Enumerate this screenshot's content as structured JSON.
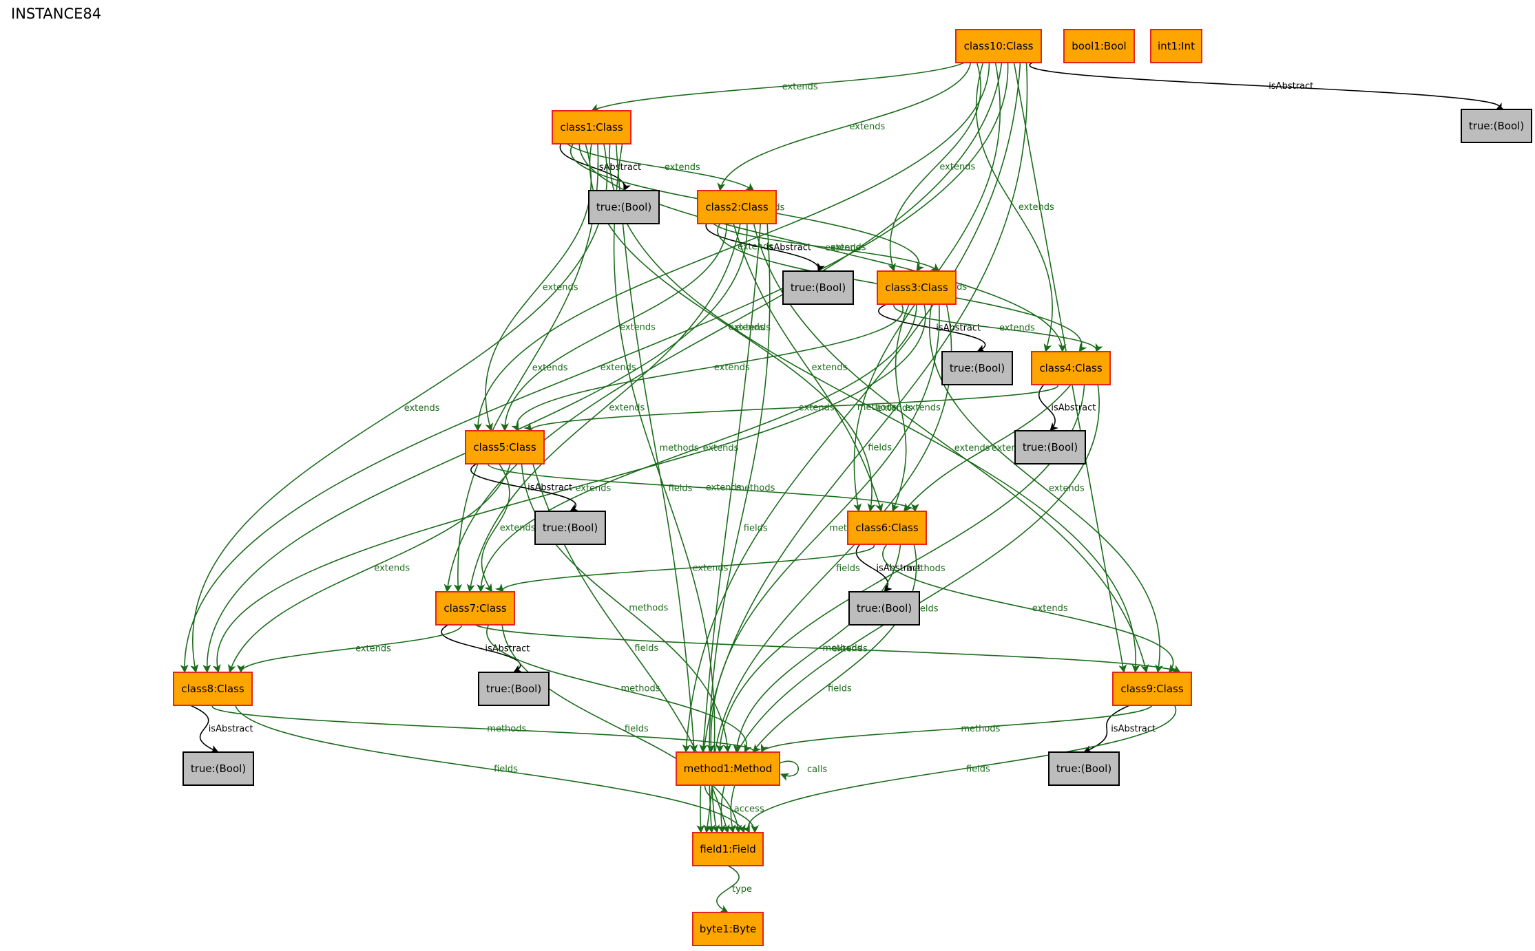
{
  "title": "INSTANCE84",
  "colors": {
    "class_fill": "#FFA500",
    "class_border": "#E8221A",
    "bool_fill": "#BDBDBD",
    "bool_border": "#000000",
    "edge_green": "#1A6B1A",
    "edge_black": "#000000"
  },
  "nodes": [
    {
      "id": "class10",
      "label": "class10:Class",
      "kind": "object"
    },
    {
      "id": "bool1",
      "label": "bool1:Bool",
      "kind": "object"
    },
    {
      "id": "int1",
      "label": "int1:Int",
      "kind": "object"
    },
    {
      "id": "t10",
      "label": "true:(Bool)",
      "kind": "value"
    },
    {
      "id": "class1",
      "label": "class1:Class",
      "kind": "object"
    },
    {
      "id": "t1",
      "label": "true:(Bool)",
      "kind": "value"
    },
    {
      "id": "class2",
      "label": "class2:Class",
      "kind": "object"
    },
    {
      "id": "t2",
      "label": "true:(Bool)",
      "kind": "value"
    },
    {
      "id": "class3",
      "label": "class3:Class",
      "kind": "object"
    },
    {
      "id": "t3",
      "label": "true:(Bool)",
      "kind": "value"
    },
    {
      "id": "class4",
      "label": "class4:Class",
      "kind": "object"
    },
    {
      "id": "t4",
      "label": "true:(Bool)",
      "kind": "value"
    },
    {
      "id": "class5",
      "label": "class5:Class",
      "kind": "object"
    },
    {
      "id": "t5",
      "label": "true:(Bool)",
      "kind": "value"
    },
    {
      "id": "class6",
      "label": "class6:Class",
      "kind": "object"
    },
    {
      "id": "t6",
      "label": "true:(Bool)",
      "kind": "value"
    },
    {
      "id": "class7",
      "label": "class7:Class",
      "kind": "object"
    },
    {
      "id": "t7",
      "label": "true:(Bool)",
      "kind": "value"
    },
    {
      "id": "class8",
      "label": "class8:Class",
      "kind": "object"
    },
    {
      "id": "t8",
      "label": "true:(Bool)",
      "kind": "value"
    },
    {
      "id": "class9",
      "label": "class9:Class",
      "kind": "object"
    },
    {
      "id": "t9",
      "label": "true:(Bool)",
      "kind": "value"
    },
    {
      "id": "method1",
      "label": "method1:Method",
      "kind": "object"
    },
    {
      "id": "field1",
      "label": "field1:Field",
      "kind": "object"
    },
    {
      "id": "byte1",
      "label": "byte1:Byte",
      "kind": "object"
    }
  ],
  "edges": [
    {
      "from": "class10",
      "to": "class1",
      "label": "extends"
    },
    {
      "from": "class10",
      "to": "class2",
      "label": "extends"
    },
    {
      "from": "class10",
      "to": "class3",
      "label": "extends"
    },
    {
      "from": "class10",
      "to": "class4",
      "label": "extends"
    },
    {
      "from": "class10",
      "to": "class5",
      "label": "extends"
    },
    {
      "from": "class10",
      "to": "class6",
      "label": "extends"
    },
    {
      "from": "class10",
      "to": "class7",
      "label": "extends"
    },
    {
      "from": "class10",
      "to": "class8",
      "label": "extends"
    },
    {
      "from": "class10",
      "to": "class9",
      "label": "extends"
    },
    {
      "from": "class10",
      "to": "method1",
      "label": "methods"
    },
    {
      "from": "class10",
      "to": "field1",
      "label": "fields"
    },
    {
      "from": "class10",
      "to": "t10",
      "label": "isAbstract"
    },
    {
      "from": "class1",
      "to": "t1",
      "label": "isAbstract"
    },
    {
      "from": "class1",
      "to": "class2",
      "label": "extends"
    },
    {
      "from": "class1",
      "to": "class3",
      "label": "extends"
    },
    {
      "from": "class1",
      "to": "class4",
      "label": "extends"
    },
    {
      "from": "class1",
      "to": "class5",
      "label": "extends"
    },
    {
      "from": "class1",
      "to": "class6",
      "label": "extends"
    },
    {
      "from": "class1",
      "to": "class7",
      "label": "extends"
    },
    {
      "from": "class1",
      "to": "class8",
      "label": "extends"
    },
    {
      "from": "class1",
      "to": "class9",
      "label": "extends"
    },
    {
      "from": "class1",
      "to": "method1",
      "label": "methods"
    },
    {
      "from": "class1",
      "to": "field1",
      "label": "fields"
    },
    {
      "from": "class2",
      "to": "t2",
      "label": "isAbstract"
    },
    {
      "from": "class2",
      "to": "class3",
      "label": "extends"
    },
    {
      "from": "class2",
      "to": "class4",
      "label": "extends"
    },
    {
      "from": "class2",
      "to": "class5",
      "label": "extends"
    },
    {
      "from": "class2",
      "to": "class6",
      "label": "extends"
    },
    {
      "from": "class2",
      "to": "class7",
      "label": "extends"
    },
    {
      "from": "class2",
      "to": "class8",
      "label": "extends"
    },
    {
      "from": "class2",
      "to": "class9",
      "label": "extends"
    },
    {
      "from": "class2",
      "to": "method1",
      "label": "methods"
    },
    {
      "from": "class2",
      "to": "field1",
      "label": "fields"
    },
    {
      "from": "class3",
      "to": "t3",
      "label": "isAbstract"
    },
    {
      "from": "class3",
      "to": "class4",
      "label": "extends"
    },
    {
      "from": "class3",
      "to": "class5",
      "label": "extends"
    },
    {
      "from": "class3",
      "to": "class6",
      "label": "extends"
    },
    {
      "from": "class3",
      "to": "class7",
      "label": "extends"
    },
    {
      "from": "class3",
      "to": "class8",
      "label": "extends"
    },
    {
      "from": "class3",
      "to": "class9",
      "label": "extends"
    },
    {
      "from": "class3",
      "to": "method1",
      "label": "methods"
    },
    {
      "from": "class3",
      "to": "field1",
      "label": "fields"
    },
    {
      "from": "class4",
      "to": "t4",
      "label": "isAbstract"
    },
    {
      "from": "class4",
      "to": "class5",
      "label": "extends"
    },
    {
      "from": "class4",
      "to": "class6",
      "label": "extends"
    },
    {
      "from": "class4",
      "to": "method1",
      "label": "methods"
    },
    {
      "from": "class4",
      "to": "field1",
      "label": "fields"
    },
    {
      "from": "class5",
      "to": "t5",
      "label": "isAbstract"
    },
    {
      "from": "class5",
      "to": "class6",
      "label": "extends"
    },
    {
      "from": "class5",
      "to": "class7",
      "label": "extends"
    },
    {
      "from": "class5",
      "to": "class8",
      "label": "extends"
    },
    {
      "from": "class5",
      "to": "method1",
      "label": "methods"
    },
    {
      "from": "class5",
      "to": "field1",
      "label": "fields"
    },
    {
      "from": "class6",
      "to": "t6",
      "label": "isAbstract"
    },
    {
      "from": "class6",
      "to": "class7",
      "label": "extends"
    },
    {
      "from": "class6",
      "to": "class9",
      "label": "extends"
    },
    {
      "from": "class6",
      "to": "method1",
      "label": "methods"
    },
    {
      "from": "class6",
      "to": "field1",
      "label": "fields"
    },
    {
      "from": "class7",
      "to": "t7",
      "label": "isAbstract"
    },
    {
      "from": "class7",
      "to": "class8",
      "label": "extends"
    },
    {
      "from": "class7",
      "to": "class9",
      "label": "extends"
    },
    {
      "from": "class7",
      "to": "method1",
      "label": "methods"
    },
    {
      "from": "class7",
      "to": "field1",
      "label": "fields"
    },
    {
      "from": "class8",
      "to": "t8",
      "label": "isAbstract"
    },
    {
      "from": "class8",
      "to": "method1",
      "label": "methods"
    },
    {
      "from": "class8",
      "to": "field1",
      "label": "fields"
    },
    {
      "from": "class9",
      "to": "t9",
      "label": "isAbstract"
    },
    {
      "from": "class9",
      "to": "method1",
      "label": "methods"
    },
    {
      "from": "class9",
      "to": "field1",
      "label": "fields"
    },
    {
      "from": "method1",
      "to": "method1",
      "label": "calls"
    },
    {
      "from": "method1",
      "to": "field1",
      "label": "access"
    },
    {
      "from": "field1",
      "to": "byte1",
      "label": "type"
    }
  ]
}
